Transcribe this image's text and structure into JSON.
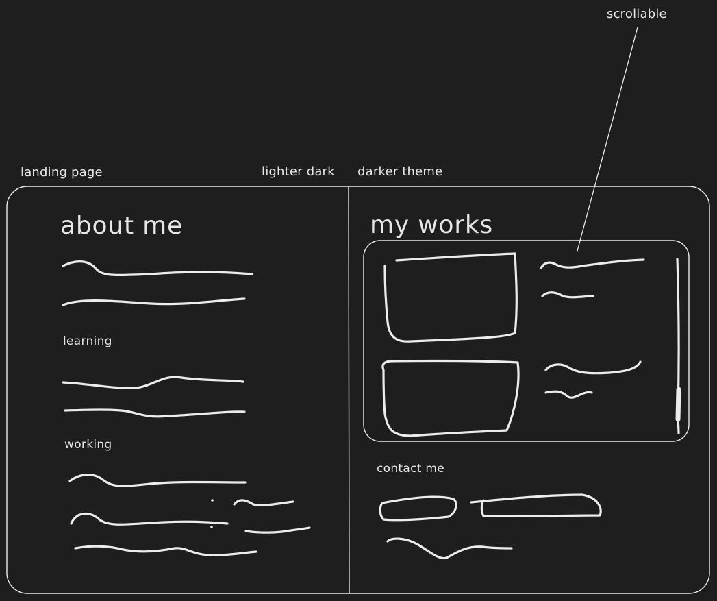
{
  "annotations": {
    "scrollable": "scrollable",
    "landing_page": "landing page",
    "lighter_dark": "lighter dark",
    "darker_theme": "darker theme"
  },
  "left_panel": {
    "title": "about me",
    "section_learning": "learning",
    "section_working": "working"
  },
  "right_panel": {
    "title": "my works",
    "section_contact": "contact me"
  }
}
